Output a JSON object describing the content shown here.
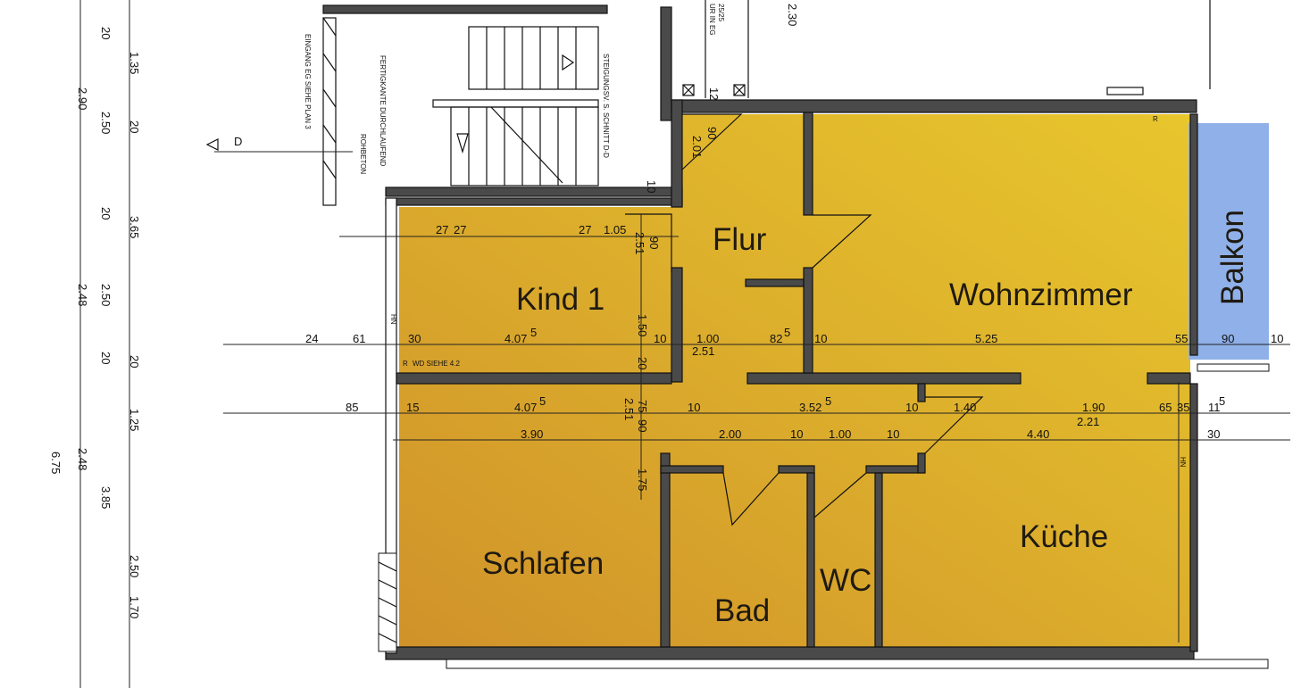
{
  "rooms": {
    "flur": "Flur",
    "kind1": "Kind 1",
    "wohnzimmer": "Wohnzimmer",
    "balkon": "Balkon",
    "schlafen": "Schlafen",
    "bad": "Bad",
    "wc": "WC",
    "kueche": "Küche"
  },
  "colors": {
    "floor_dark": "#d49a24",
    "floor_light": "#e6c12e",
    "balcony": "#8fb0e8",
    "wall": "#4a4a4a"
  },
  "dimensions": {
    "row1": {
      "a": "24",
      "b": "61",
      "c": "30",
      "d": "4.07",
      "d_sup": "5",
      "e": "10",
      "f": "1.00",
      "g": "82",
      "g_sup": "5",
      "h": "10",
      "i": "5.25",
      "j": "55",
      "k": "90",
      "l": "10",
      "m": "2.51"
    },
    "row2": {
      "a": "85",
      "b": "15",
      "c": "4.07",
      "c_sup": "5",
      "d": "10",
      "e": "3.52",
      "e_sup": "5",
      "f": "10",
      "g": "1.40",
      "h": "1.90",
      "i": "65",
      "j": "35",
      "k": "11",
      "k_sup": "5",
      "l": "2.21"
    },
    "row3": {
      "a": "3.90",
      "b": "2.00",
      "c": "10",
      "d": "1.00",
      "e": "10",
      "f": "4.40",
      "g": "30"
    },
    "kind_row": {
      "a": "27",
      "b": "27",
      "c": "27",
      "d": "1.05",
      "e": "90",
      "f": "2.51"
    },
    "flur_row": {
      "a": "90",
      "b": "2.01",
      "c": "10"
    },
    "mid_vertical": {
      "a": "1.50",
      "b": "20",
      "c": "2.51",
      "d": "75",
      "e": "90",
      "f": "1.75"
    },
    "left_col": {
      "a": "1.35",
      "b": "2.90",
      "c": "2.50",
      "d": "20",
      "e": "3.65",
      "f": "2.48",
      "g": "2.50",
      "h": "20",
      "i": "20",
      "j": "1.25",
      "k": "2.48",
      "l": "6.75",
      "m": "3.85",
      "n": "2.50",
      "o": "1.70",
      "p": "20",
      "q": "20"
    },
    "top": {
      "a": "2.30",
      "b": "25/25",
      "c": "12"
    }
  },
  "notes": {
    "entrance": "EINGANG EG SIEHE PLAN 3",
    "finished": "FERTIGKANTE DURCHLAUFEND",
    "stairs": "STEIGUNGSV. S. SCHNITT D-D",
    "rohbeton": "ROHBETON",
    "wd1": "WD SIEHE 4.2",
    "section": "D",
    "uir": "UR IN EG",
    "r_mark": "R",
    "hn_mark": "HN"
  }
}
